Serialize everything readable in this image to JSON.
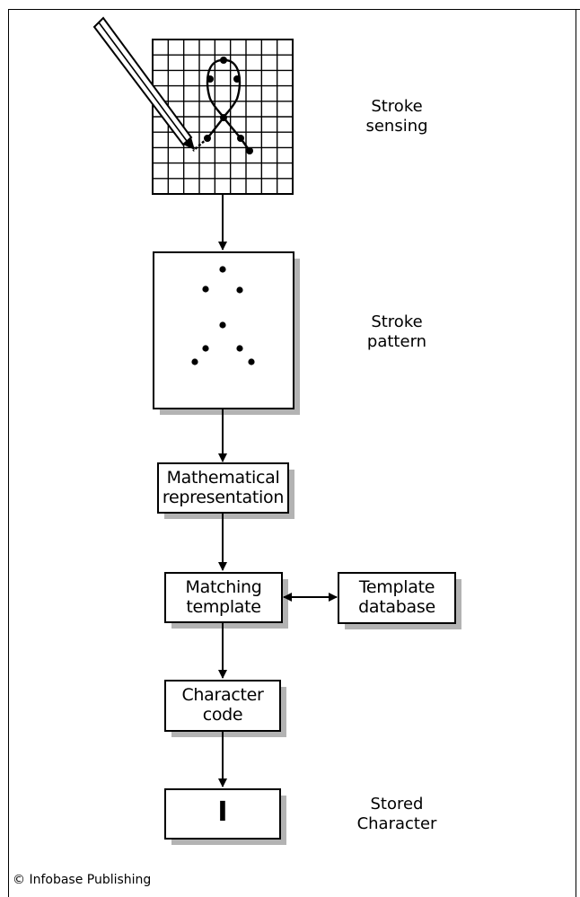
{
  "labels": {
    "stroke_sensing": [
      "Stroke",
      "sensing"
    ],
    "stroke_pattern": [
      "Stroke",
      "pattern"
    ],
    "stored_character": [
      "Stored",
      "Character"
    ]
  },
  "boxes": {
    "mathematical_representation": [
      "Mathematical",
      "representation"
    ],
    "matching_template": [
      "Matching",
      "template"
    ],
    "template_database": [
      "Template",
      "database"
    ],
    "character_code": [
      "Character",
      "code"
    ],
    "stored_glyph": "I"
  },
  "copyright": "© Infobase Publishing",
  "colors": {
    "line": "#000000",
    "shadow": "#b3b3b3",
    "background": "#ffffff"
  }
}
